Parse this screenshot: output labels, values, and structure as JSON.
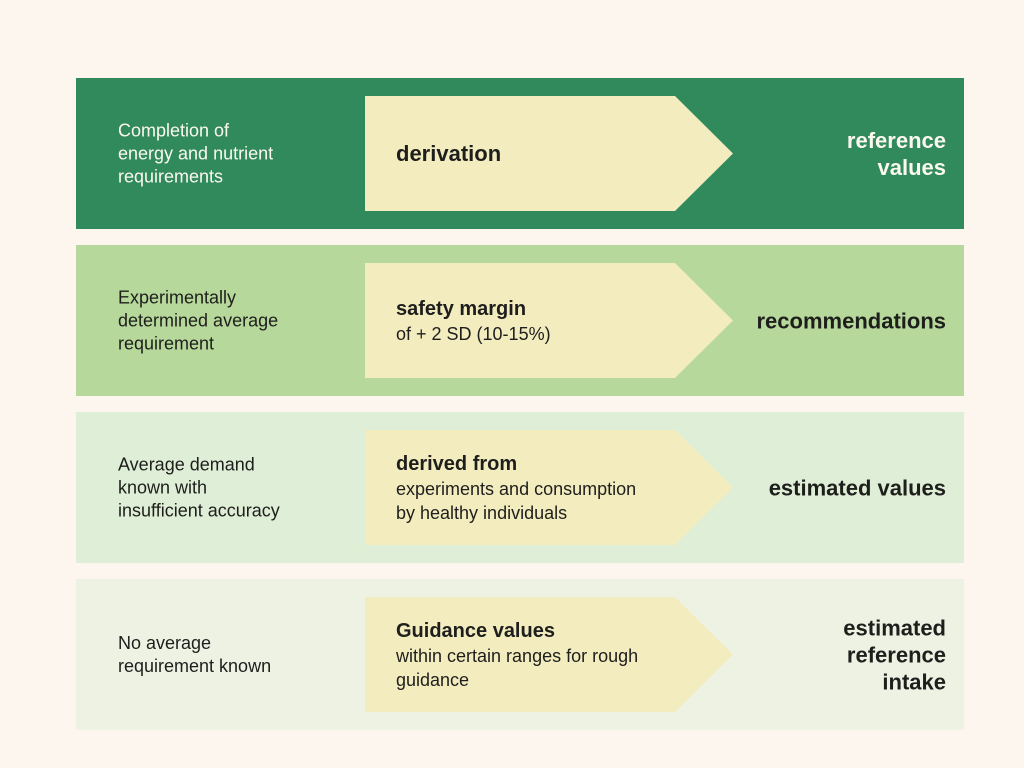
{
  "diagram": {
    "background": "#fdf6ee",
    "arrow_color": "#f2ecbf",
    "dark_text": "#1e1e1c",
    "rows": [
      {
        "band_color": "#318a5b",
        "text_color": "#fbf8f0",
        "left_text": "Completion of\nenergy and nutrient\nrequirements",
        "arrow_title": "derivation",
        "arrow_body": "",
        "right_label": "reference\nvalues"
      },
      {
        "band_color": "#b6d89b",
        "text_color": "#1e1e1c",
        "left_text": "Experimentally\ndetermined average\nrequirement",
        "arrow_title": "safety margin",
        "arrow_body": "of + 2 SD (10-15%)",
        "right_label": "recommendations"
      },
      {
        "band_color": "#dfeed6",
        "text_color": "#1e1e1c",
        "left_text": "Average demand\nknown with\ninsufficient accuracy",
        "arrow_title": "derived from",
        "arrow_body": "experiments and consumption\nby healthy individuals",
        "right_label": "estimated values"
      },
      {
        "band_color": "#edf2e3",
        "text_color": "#1e1e1c",
        "left_text": "No average\nrequirement known",
        "arrow_title": "Guidance values",
        "arrow_body": "within certain ranges for rough\nguidance",
        "right_label": "estimated\nreference\nintake"
      }
    ]
  }
}
